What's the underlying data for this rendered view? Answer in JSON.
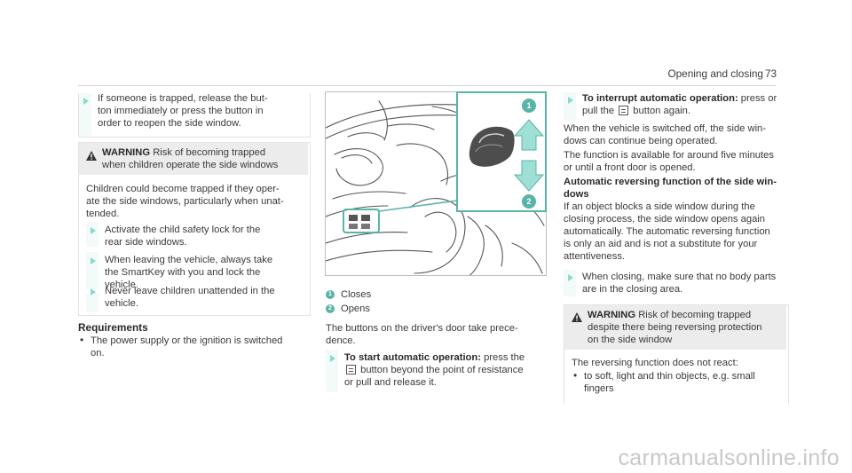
{
  "header": {
    "section": "Opening and closing",
    "page_number": "73"
  },
  "col1": {
    "trapped_lines": [
      "If someone is trapped, re­lease the but‐",
      "ton immediately or press the button in",
      "order to reopen the side window."
    ],
    "warning": {
      "title": "WARNING",
      "lines": [
        "Risk of becoming trapped",
        "when children operate the side windows"
      ],
      "body": [
        "Children could become trapped if they oper‐",
        "ate the side windows, particularly when unat‐",
        "tended."
      ],
      "step1": [
        "Activate the child safety lock for the",
        "rear side windows."
      ],
      "step2": [
        "When leaving the vehicle, always take",
        "the SmartKey with you and lock the",
        "vehicle."
      ],
      "step3": [
        "Never leave children unattended in the",
        "vehicle."
      ]
    },
    "requirements_title": "Requirements",
    "requirements": [
      "The power supply or the ignition is switched",
      "on."
    ]
  },
  "col2": {
    "legend": [
      {
        "num": "1",
        "text": "Closes"
      },
      {
        "num": "2",
        "text": "Opens"
      }
    ],
    "intro": [
      "The buttons on the driver's door take prece‐",
      "dence."
    ],
    "start_title": "To start automatic operation:",
    "start_after": "press the",
    "start_line2": "button beyond the point of resistance",
    "start_line3": "or pull and release it.",
    "figure": {
      "marker1": "1",
      "marker2": "2"
    }
  },
  "col3": {
    "interrupt_title": "To interrupt automatic operation:",
    "interrupt_after": "press or",
    "interrupt_pull": "pull the",
    "interrupt_again": "button again.",
    "para1": [
      "When the vehicle is switched off, the side win‐",
      "dows can continue being operated."
    ],
    "para2": [
      "The function is available for around five minutes",
      "or until a front door is opened."
    ],
    "auto_title": [
      "Automatic reversing function of the side win‐",
      "dows"
    ],
    "auto_body": [
      "If an object blocks a side window during the",
      "closing process, the side window opens again",
      "automatically. The automatic reversing function",
      "is only an aid and is not a substitute for your",
      "attentiveness."
    ],
    "closing_step": [
      "When closing, make sure that no body parts",
      "are in the closing area."
    ],
    "warning": {
      "title": "WARNING",
      "lines": [
        "Risk of becoming trapped",
        "despite there being reversing protection",
        "on the side window"
      ],
      "body": "The reversing function does not react:",
      "bullets": [
        "to soft, light and thin objects, e.g. small",
        "fingers"
      ]
    }
  },
  "watermark": "carmanualsonline.info",
  "colors": {
    "accent": "#59b4a8",
    "arrow": "#8bd8ce",
    "warnhead": "#ececec"
  }
}
